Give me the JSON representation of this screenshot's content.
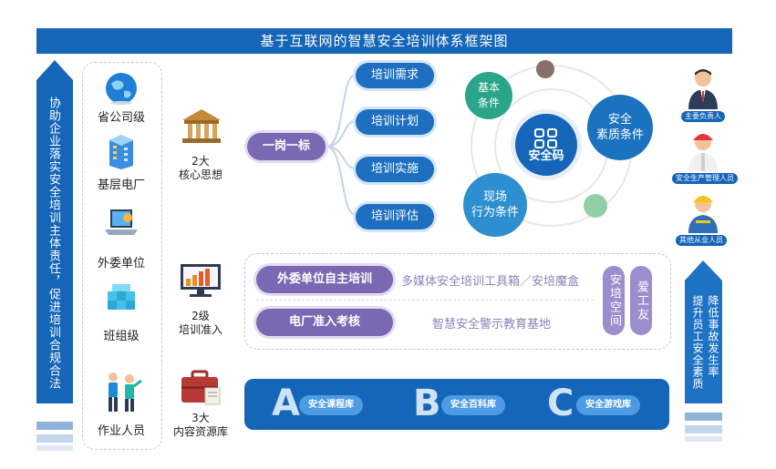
{
  "title": "基于互联网的智慧安全培训体系框架图",
  "left_banner": "协助企业落实安全培训主体责任，促进培训合规合法",
  "levels": [
    {
      "label": "省公司级",
      "icon": "globe-icon"
    },
    {
      "label": "基层电厂",
      "icon": "building-icon"
    },
    {
      "label": "外委单位",
      "icon": "laptop-icon"
    },
    {
      "label": "班组级",
      "icon": "cubes-icon"
    },
    {
      "label": "作业人员",
      "icon": "workers-icon"
    }
  ],
  "section1": {
    "caption_num": "2大",
    "caption_text": "核心思想",
    "center": "一岗一标",
    "branches": [
      "培训需求",
      "培训计划",
      "培训实施",
      "培训评估"
    ],
    "circles": {
      "basic": "基本\n条件",
      "quality": "安全\n素质条件",
      "site": "现场\n行为条件",
      "code": "安全码"
    }
  },
  "section2": {
    "caption_num": "2级",
    "caption_text": "培训准入",
    "row1_pill": "外委单位自主培训",
    "row1_text": "多媒体安全培训工具箱／安培魔盒",
    "row2_pill": "电厂准入考核",
    "row2_text": "智慧安全警示教育基地",
    "vpill1": "安培空间",
    "vpill2": "爱工友"
  },
  "section3": {
    "caption_num": "3大",
    "caption_text": "内容资源库",
    "items": [
      {
        "letter": "A",
        "label": "安全课程库"
      },
      {
        "letter": "B",
        "label": "安全百科库"
      },
      {
        "letter": "C",
        "label": "安全游戏库"
      }
    ]
  },
  "roles": [
    "主委负责人",
    "安全生产管理人员",
    "其他从业人员"
  ],
  "right_banner_col1": "提升员工安全素质",
  "right_banner_col2": "降低事故发生率",
  "colors": {
    "primary": "#1565b8",
    "purple": "#7b68b3",
    "teal": "#2c8fc4"
  }
}
